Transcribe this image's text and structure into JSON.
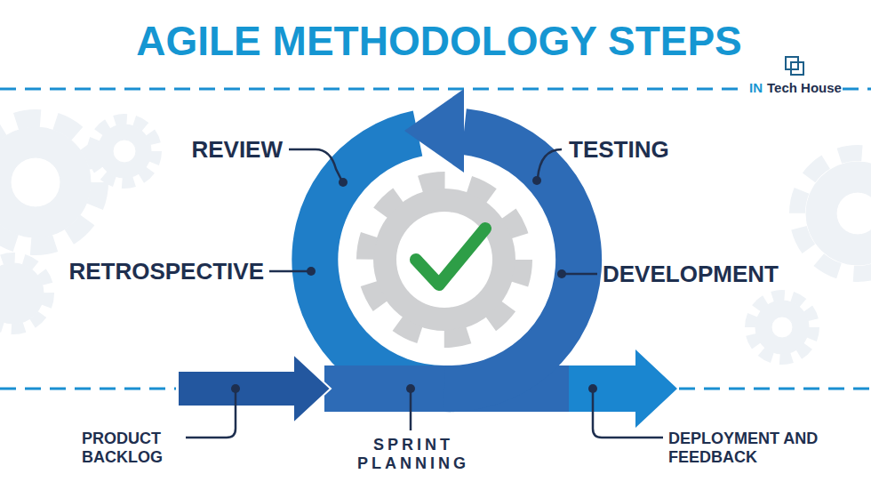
{
  "diagram": {
    "title": "AGILE METHODOLOGY STEPS",
    "labels": [
      "IN",
      "Tech House",
      "REVIEW",
      "TESTING",
      "RETROSPECTIVE",
      "DEVELOPMENT",
      "PRODUCT BACKLOG",
      "SPRINT PLANNING",
      "DEPLOYMENT AND FEEDBACK"
    ]
  }
}
